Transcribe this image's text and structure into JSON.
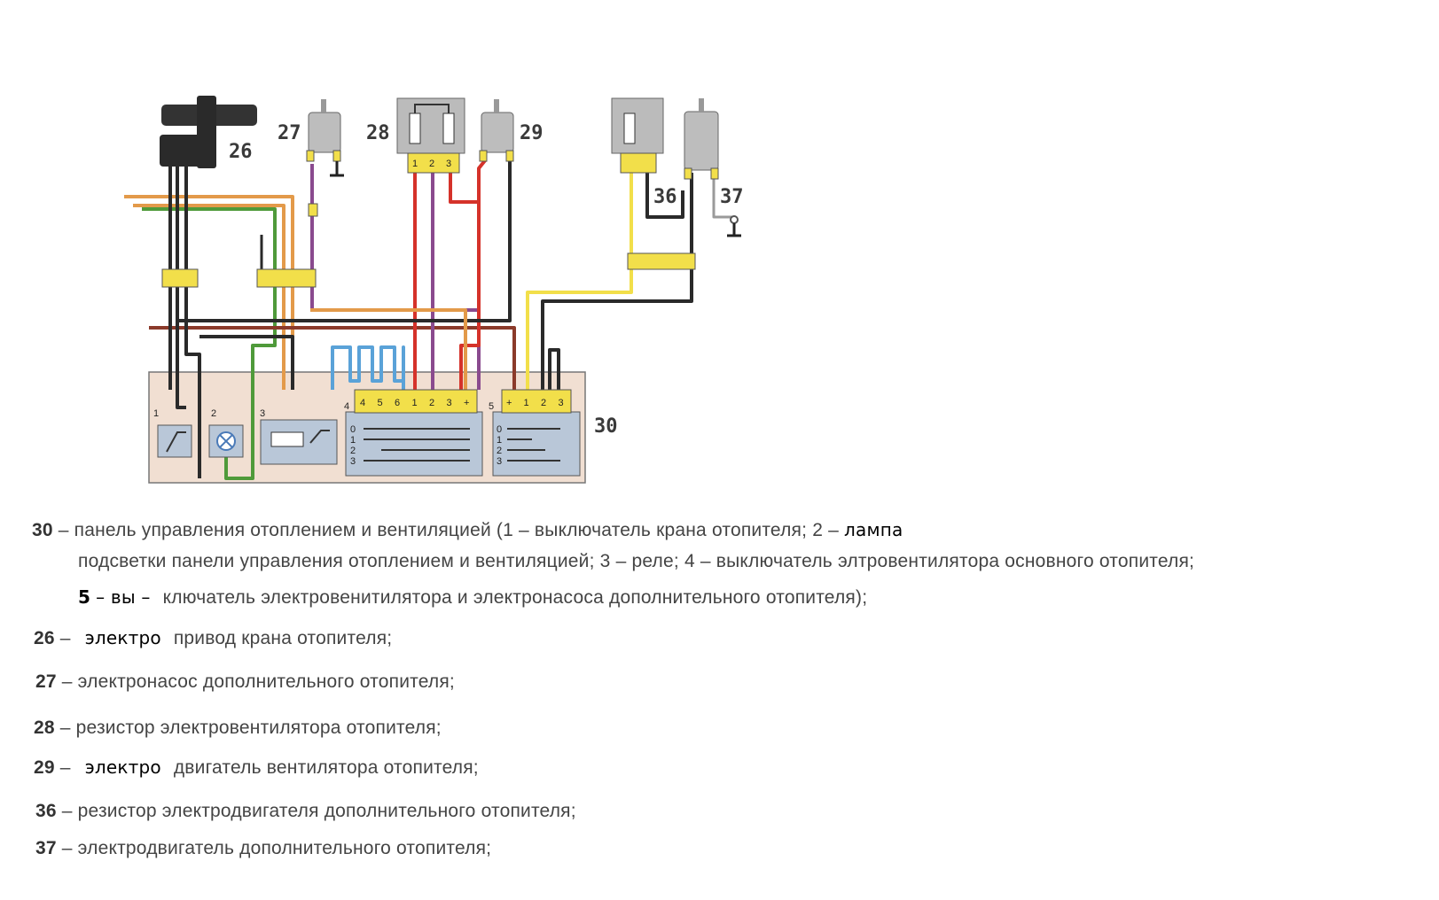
{
  "diagram": {
    "labels": {
      "c26": "26",
      "c27": "27",
      "c28": "28",
      "c29": "29",
      "c30": "30",
      "c36": "36",
      "c37": "37"
    },
    "panel_parts": {
      "p1": "1",
      "p2": "2",
      "p3": "3",
      "p4": "4",
      "p5": "5"
    },
    "switch4_pins": [
      "4",
      "5",
      "6",
      "1",
      "2",
      "3",
      "+"
    ],
    "switch5_pins": [
      "+",
      "1",
      "2",
      "3"
    ],
    "resistor28_pins": [
      "1",
      "2",
      "3"
    ],
    "positions": [
      "0",
      "1",
      "2",
      "3"
    ]
  },
  "legend": {
    "items": [
      {
        "num": "30",
        "text": "– панель управления отоплением и вентиляцией (1 – выключатель крана отопителя; 2 –",
        "hand": "лампа"
      },
      {
        "num": "",
        "text": "подсветки панели управления отоплением и вентиляцией; 3 – реле; 4 – выключатель элтровентилятора основного отопителя;"
      },
      {
        "num": "5",
        "hand": "– вы –",
        "text": "ключатель электровенитилятора и электронасоса дополнительного отопителя);"
      },
      {
        "num": "26",
        "text": "–",
        "hand": "электро",
        "text2": "привод крана отопителя;"
      },
      {
        "num": "27",
        "text": "– электронасос дополнительного отопителя;"
      },
      {
        "num": "28",
        "text": "– резистор электровентилятора отопителя;"
      },
      {
        "num": "29",
        "text": "–",
        "hand": "электро",
        "text2": "двигатель вентилятора отопителя;"
      },
      {
        "num": "36",
        "text": "– резистор электродвигателя дополнительного отопителя;"
      },
      {
        "num": "37",
        "text": "– электродвигатель дополнительного отопителя;"
      }
    ]
  },
  "colors": {
    "orange": "#e39a4a",
    "green": "#4f9a3a",
    "brown": "#8b3a2a",
    "purple": "#8a4a8e",
    "red": "#d5322a",
    "blue": "#5aa2d8",
    "yellow": "#f2df4a",
    "black": "#2a2a2a",
    "grey": "#9a9a9a",
    "panel": "#f1dfd2"
  }
}
